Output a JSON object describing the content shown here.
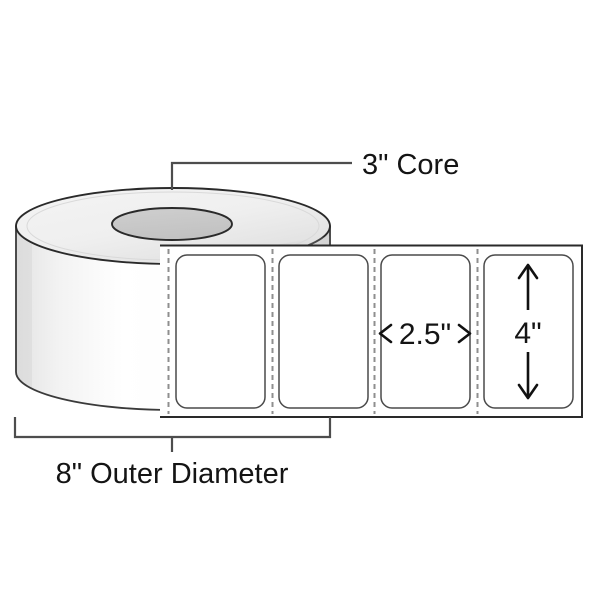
{
  "diagram": {
    "title": "Thermal Label Roll Specification Diagram",
    "subject": "label-roll",
    "background_color": "#ffffff",
    "annotations": {
      "core": {
        "label": "3\" Core",
        "value": 3,
        "unit": "inch",
        "leader": "callout-line-up-right"
      },
      "outer_diameter": {
        "label": "8\" Outer Diameter",
        "value": 8,
        "unit": "inch",
        "leader": "bracket-below"
      },
      "label_width": {
        "label": "2.5\"",
        "value": 2.5,
        "unit": "inch",
        "leader": "double-arrow-horizontal"
      },
      "label_height": {
        "label": "4\"",
        "value": 4,
        "unit": "inch",
        "leader": "double-arrow-vertical"
      }
    },
    "colors": {
      "outline": "#3a3a3a",
      "outline_dark": "#1e1e1e",
      "core_fill": "#c8c8c8",
      "disc_fill_light": "#f7f7f7",
      "disc_fill_dark": "#e2e2e2",
      "body_fill_light": "#ffffff",
      "body_fill_mid": "#f2f2f2",
      "body_fill_dark": "#d8d8d8",
      "label_fill": "#ffffff",
      "perforation": "#9a9a9a",
      "text": "#141414",
      "leader_line": "#4d4d4d"
    },
    "label_count_visible": 4
  }
}
